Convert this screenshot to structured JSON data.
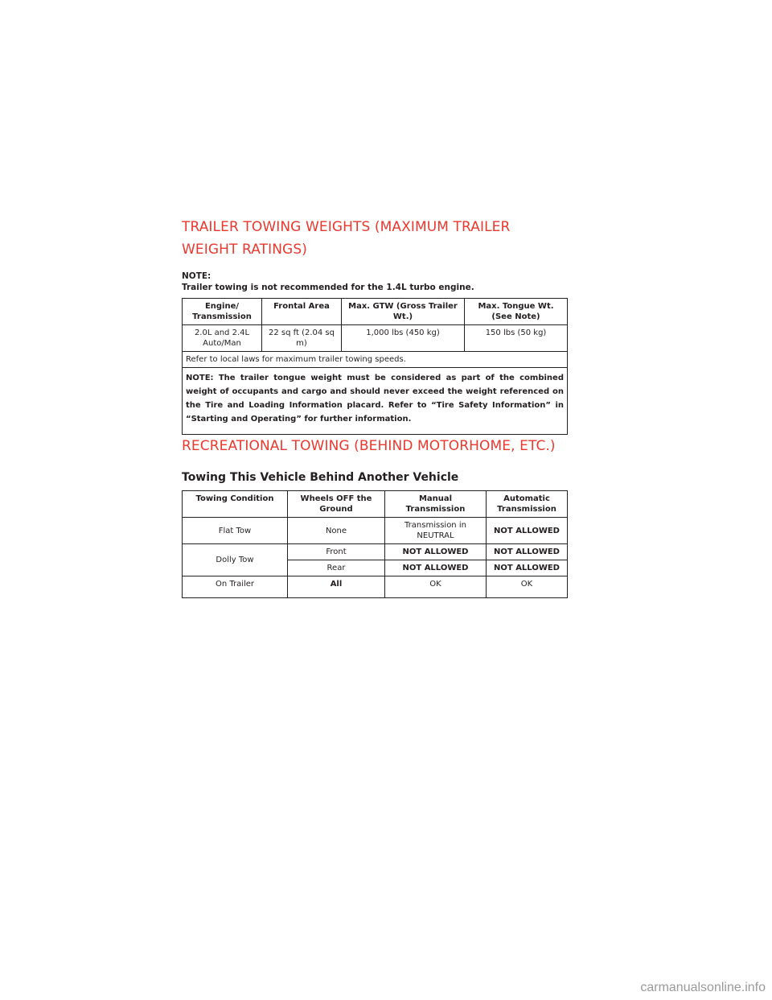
{
  "section1": {
    "title": "TRAILER TOWING WEIGHTS (MAXIMUM TRAILER WEIGHT RATINGS)",
    "note_label": "NOTE:",
    "note_text": "Trailer towing is not recommended for the 1.4L turbo engine.",
    "table": {
      "headers": [
        "Engine/ Transmission",
        "Frontal Area",
        "Max. GTW (Gross Trailer Wt.)",
        "Max. Tongue Wt. (See Note)"
      ],
      "row": [
        "2.0L and 2.4L Auto/Man",
        "22 sq ft (2.04 sq m)",
        "1,000 lbs (450 kg)",
        "150 lbs (50 kg)"
      ],
      "speed_note": "Refer to local laws for maximum trailer towing speeds.",
      "weight_note": "NOTE: The trailer tongue weight must be considered as part of the combined weight of occupants and cargo and should never exceed the weight referenced on the Tire and Loading Information placard. Refer to “Tire Safety Information” in “Starting and Operating” for further information."
    }
  },
  "section2": {
    "title": "RECREATIONAL TOWING (BEHIND MOTORHOME, ETC.)",
    "subheading": "Towing This Vehicle Behind Another Vehicle",
    "table": {
      "headers": [
        "Towing Condition",
        "Wheels OFF the Ground",
        "Manual Transmission",
        "Automatic Transmission"
      ],
      "flat_tow": [
        "Flat Tow",
        "None",
        "Transmission in NEUTRAL",
        "NOT ALLOWED"
      ],
      "dolly_tow": {
        "condition": "Dolly Tow",
        "front": [
          "Front",
          "NOT ALLOWED",
          "NOT ALLOWED"
        ],
        "rear": [
          "Rear",
          "NOT ALLOWED",
          "NOT ALLOWED"
        ]
      },
      "on_trailer": [
        "On Trailer",
        "All",
        "OK",
        "OK"
      ]
    }
  },
  "watermark": "carmanualsonline.info",
  "colors": {
    "heading": "#e8392f",
    "text": "#231f20"
  }
}
